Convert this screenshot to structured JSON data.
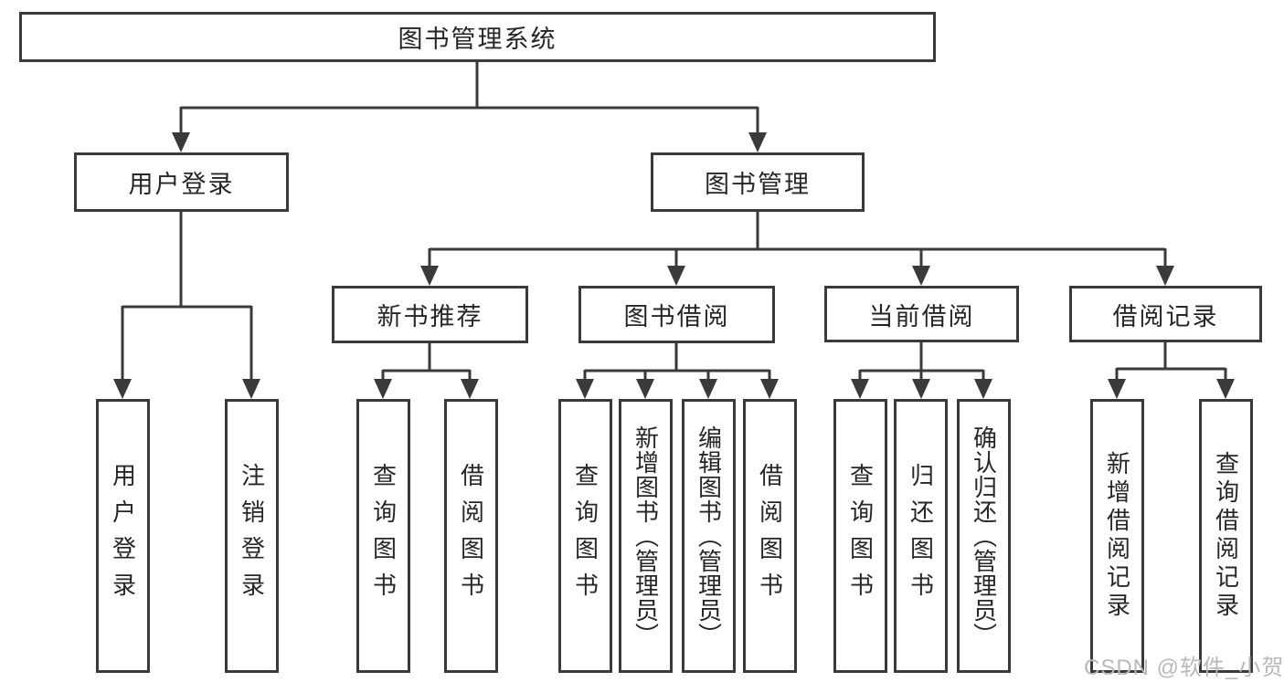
{
  "root": {
    "label": "图书管理系统"
  },
  "branches": [
    {
      "label": "用户登录",
      "children": [
        "用户登录",
        "注销登录"
      ]
    },
    {
      "label": "图书管理",
      "sections": [
        {
          "label": "新书推荐",
          "children": [
            "查询图书",
            "借阅图书"
          ]
        },
        {
          "label": "图书借阅",
          "children": [
            "查询图书",
            "新增图书（管理员）",
            "编辑图书（管理员）",
            "借阅图书"
          ]
        },
        {
          "label": "当前借阅",
          "children": [
            "查询图书",
            "归还图书",
            "确认归还（管理员）"
          ]
        },
        {
          "label": "借阅记录",
          "children": [
            "新增借阅记录",
            "查询借阅记录"
          ]
        }
      ]
    }
  ],
  "watermark": "CSDN @软件_小贺同学",
  "colors": {
    "line": "#3a3a3a",
    "text": "#262626",
    "watermark": "#b9b9b9",
    "background": "#ffffff"
  }
}
